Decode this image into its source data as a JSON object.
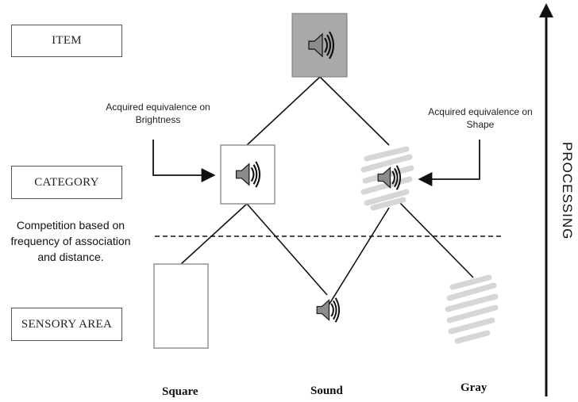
{
  "levels": {
    "item": "ITEM",
    "category": "CATEGORY",
    "sensory": "SENSORY AREA"
  },
  "annotations": {
    "brightness_line1": "Acquired equivalence on",
    "brightness_line2": "Brightness",
    "shape_line1": "Acquired equivalence on",
    "shape_line2": "Shape",
    "competition_line1": "Competition based on",
    "competition_line2": "frequency of association",
    "competition_line3": "and distance."
  },
  "bottom_labels": {
    "square": "Square",
    "sound": "Sound",
    "gray": "Gray"
  },
  "axis": {
    "label": "PROCESSING"
  },
  "colors": {
    "item_fill": "#a9a9a9",
    "gray_scribble": "#d6d6d6",
    "line": "#111111",
    "square_border": "#9a9a9a"
  },
  "icons": [
    "speaker-icon",
    "up-arrow-icon"
  ]
}
